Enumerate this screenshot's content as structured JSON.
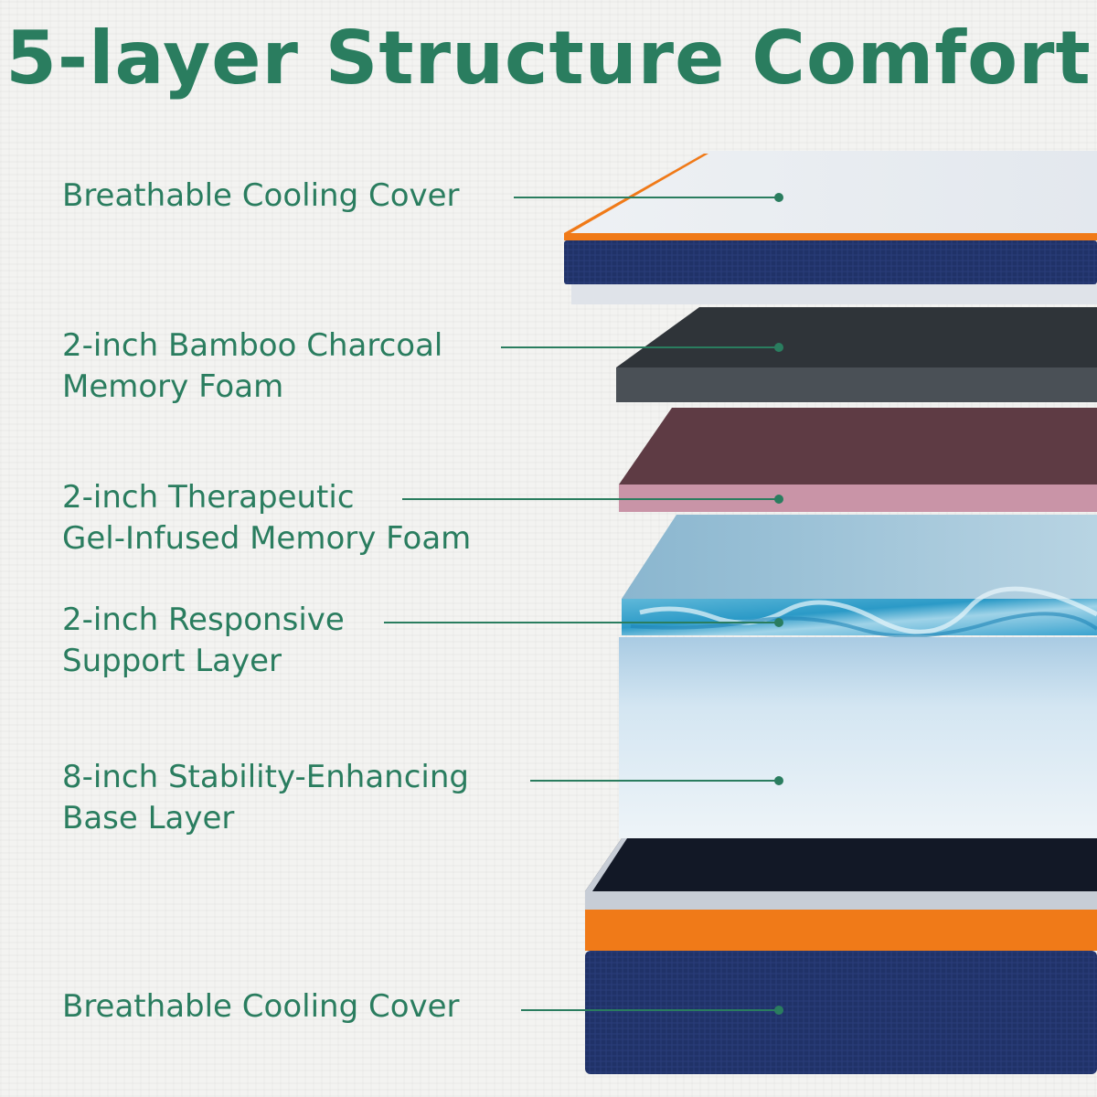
{
  "title": "5-layer Structure Comfort",
  "layers": [
    {
      "lines": [
        "Breathable Cooling Cover"
      ]
    },
    {
      "lines": [
        "2-inch Bamboo Charcoal",
        "Memory Foam"
      ]
    },
    {
      "lines": [
        "2-inch Therapeutic",
        "Gel-Infused Memory Foam"
      ]
    },
    {
      "lines": [
        "2-inch Responsive",
        "Support Layer"
      ]
    },
    {
      "lines": [
        "8-inch Stability-Enhancing",
        "Base Layer"
      ]
    },
    {
      "lines": [
        "Breathable Cooling Cover"
      ]
    }
  ],
  "colors": {
    "text": "#2a7d5f",
    "cover_navy": "#1f2f63",
    "cover_orange": "#f07a18",
    "charcoal": "#3f4449",
    "therapeutic_pink": "#c58fa3",
    "gel_blue": "#3aa6d0",
    "base_foam": "#dbe9f3"
  }
}
